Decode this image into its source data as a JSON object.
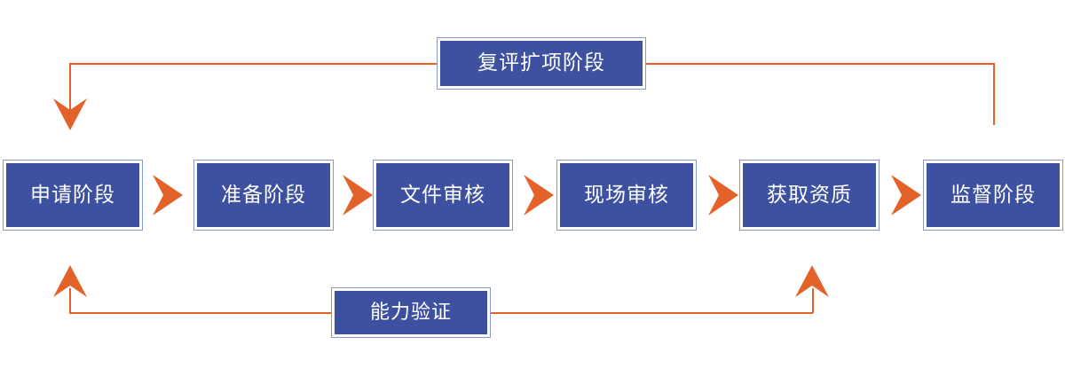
{
  "diagram": {
    "title_text": "",
    "accent_color": "#e2622a",
    "box_fill_color": "#3e51a0",
    "box_border_color": "#8b97ca",
    "text_color": "#ffffff",
    "background_color": "#ffffff",
    "type": "process-flow"
  },
  "top_stage": {
    "label": "复评扩项阶段"
  },
  "bottom_stage": {
    "label": "能力验证"
  },
  "main_stages": [
    {
      "label": "申请阶段"
    },
    {
      "label": "准备阶段"
    },
    {
      "label": "文件审核"
    },
    {
      "label": "现场审核"
    },
    {
      "label": "获取资质"
    },
    {
      "label": "监督阶段"
    }
  ],
  "separators": [
    {
      "name": "chevron-1"
    },
    {
      "name": "chevron-2"
    },
    {
      "name": "chevron-3"
    },
    {
      "name": "chevron-4"
    },
    {
      "name": "chevron-5"
    }
  ],
  "connectors": [
    {
      "name": "reassessment-return-connector",
      "from": "监督阶段",
      "via": "复评扩项阶段",
      "to": "申请阶段",
      "direction": "right-to-left"
    },
    {
      "name": "proficiency-testing-connector",
      "from": "获取资质",
      "via": "能力验证",
      "to": "申请阶段",
      "direction": "right-to-left"
    }
  ]
}
